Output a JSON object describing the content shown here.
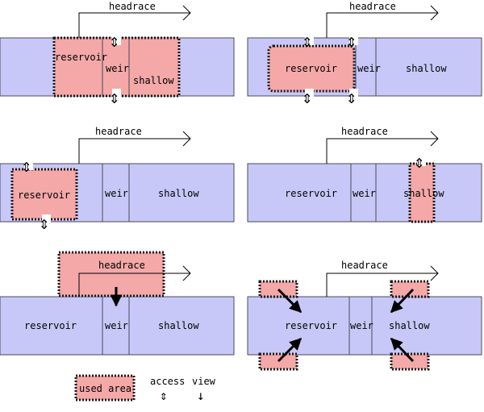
{
  "labels": {
    "headrace": "headrace",
    "reservoir": "reservoir",
    "weir": "weir",
    "shallow": "shallow"
  },
  "legend": {
    "used_area": "used area",
    "access": "access",
    "view": "view",
    "access_symbol": "⇕",
    "view_symbol": "↓"
  },
  "colors": {
    "water": "#c8c8f8",
    "used_area": "#f4a8a8",
    "outline": "#4a4a5a"
  }
}
